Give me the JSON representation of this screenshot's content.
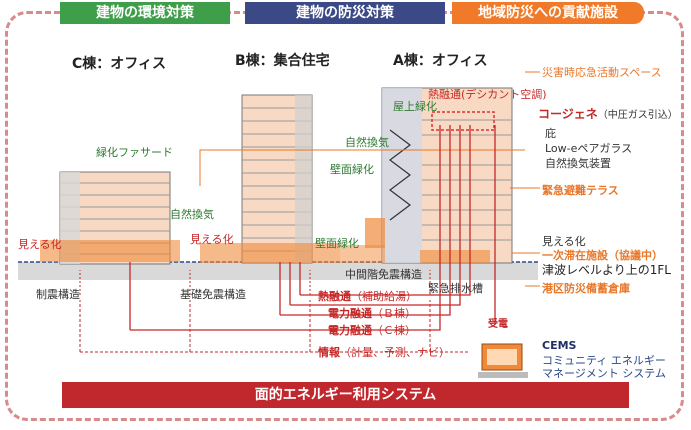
{
  "headers": {
    "environment": "建物の環境対策",
    "disaster": "建物の防災対策",
    "community": "地域防災への貢献施設"
  },
  "buildings": {
    "c": "C棟：オフィス",
    "b": "B棟：集合住宅",
    "a": "A棟：オフィス"
  },
  "labels": {
    "emergency_space": "災害時応急活動スペース",
    "heat_desiccant": "熱融通(デシカント空調)",
    "rooftop_greening": "屋上緑化",
    "cogeneration": "コージェネ",
    "cogeneration_note": "（中圧ガス引込）",
    "eaves": "庇",
    "low_e_glass": "Low-eペアガラス",
    "natural_vent_device": "自然換気装置",
    "natural_vent_a": "自然換気",
    "wall_greening": "壁面緑化",
    "green_facade": "緑化ファサード",
    "natural_vent_c": "自然換気",
    "emergency_terrace": "緊急避難テラス",
    "visualization_c": "見える化",
    "visualization_b": "見える化",
    "wall_green_low": "壁面緑化",
    "visualization_a": "見える化",
    "temp_shelter": "一次滞在施設（協議中）",
    "tsunami_level": "津波レベルより上の1FL",
    "mid_isolation": "中間階免震構造",
    "emergency_drain": "緊急排水槽",
    "damping": "制震構造",
    "base_isolation": "基礎免震構造",
    "port_storage": "港区防災備蓄倉庫",
    "heat_hot_water": "熱融通",
    "heat_hot_water_note": "（補助給湯）",
    "power_b": "電力融通",
    "power_b_note": "（Ｂ棟）",
    "power_c": "電力融通",
    "power_c_note": "（Ｃ棟）",
    "power_receive": "受電",
    "info": "情報",
    "info_note": "（計量、予測、ナビ）",
    "cems": "CEMS",
    "cems_desc1": "コミュニティ エネルギー",
    "cems_desc2": "マネージメント システム"
  },
  "footer": "面的エネルギー利用システム",
  "colors": {
    "green": "#3f9e4a",
    "navy": "#3b4a87",
    "orange": "#f07a2a",
    "red": "#c0282e",
    "building_fill": "#f7d9c4",
    "frame": "#d98a8a"
  },
  "icons": [
    "computer-icon"
  ]
}
